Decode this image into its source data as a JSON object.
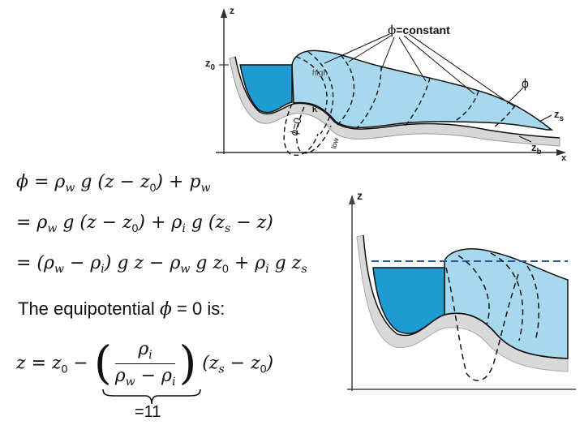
{
  "top_figure": {
    "axis_z": "z",
    "axis_x": "x",
    "z0_label": "z",
    "z0_sub": "0",
    "phi_symbol": "ϕ",
    "phi_constant": "=constant",
    "phi_right": "ϕ",
    "high_label": "high",
    "low_label": "low",
    "phi_zero": "ϕ=0",
    "k_label": "K",
    "zs_label": "z",
    "zs_sub": "s",
    "zb_label": "z",
    "zb_sub": "b"
  },
  "bottom_figure": {
    "axis_z": "z"
  },
  "equations": {
    "line1": {
      "phi": "ϕ",
      "rest": " = ρ",
      "w": "w",
      "g": " g (z − z",
      "z0": "0",
      "tail": ") + p",
      "pw": "w"
    },
    "line2": {
      "lead": "= ρ",
      "w": "w",
      "g": " g (z − z",
      "z0": "0",
      "mid": ") + ρ",
      "i": "i",
      "tail": " g (z",
      "s": "s",
      "end": " − z)"
    },
    "line3": {
      "lead": "= (ρ",
      "w": "w",
      "minus": " − ρ",
      "i": "i",
      "gz": ") g z − ρ",
      "w2": "w",
      "gz0": " g z",
      "z0": "0",
      "plus": " + ρ",
      "i2": "i",
      "gzs": " g z",
      "s": "s"
    }
  },
  "equipotential": {
    "prefix": "The equipotential",
    "phi": "ϕ",
    "eq": " = 0",
    "suffix": " is:"
  },
  "final_eq": {
    "lhs": "z = z",
    "z0": "0",
    "minus": " − ",
    "num": "ρ",
    "num_sub": "i",
    "den_a": "ρ",
    "den_a_sub": "w",
    "den_mid": " − ρ",
    "den_b_sub": "i",
    "tail": " (z",
    "tail_s": "s",
    "tail_end": " − z",
    "tail_0": "0",
    "tail_close": ")"
  },
  "brace_value": "=11"
}
